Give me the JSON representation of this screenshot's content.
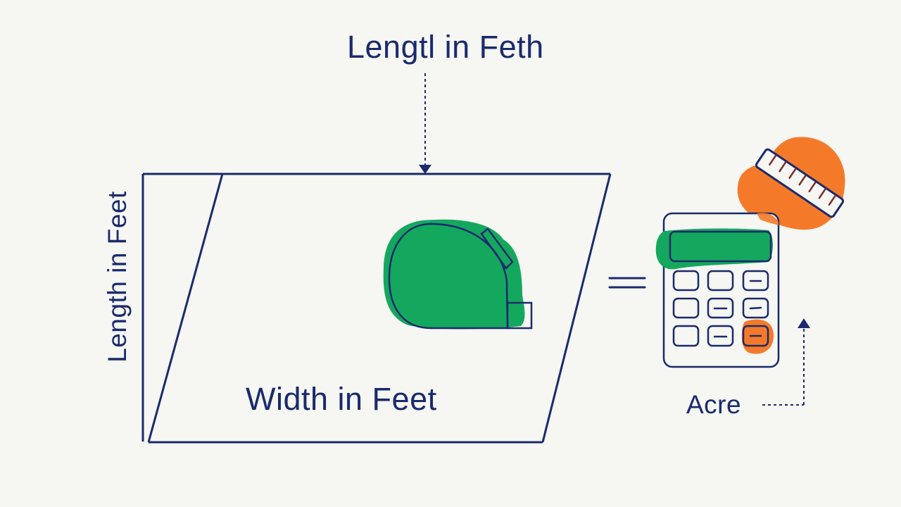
{
  "diagram": {
    "labels": {
      "top": "Lengtl in Feth",
      "side": "Length in Feet",
      "bottom": "Width in Feet",
      "result": "Acre"
    },
    "operator": "=",
    "icons": {
      "shape": "parallelogram-plot",
      "measure": "tape-measure-icon",
      "calculator": "calculator-icon",
      "ruler": "ruler-icon"
    },
    "colors": {
      "background": "#f6f6f2",
      "stroke": "#1a2a6c",
      "green": "#14a85e",
      "orange": "#f47a2a"
    },
    "calculator": {
      "rows": 3,
      "cols": 3,
      "highlighted_key": "row-3-col-3"
    }
  }
}
